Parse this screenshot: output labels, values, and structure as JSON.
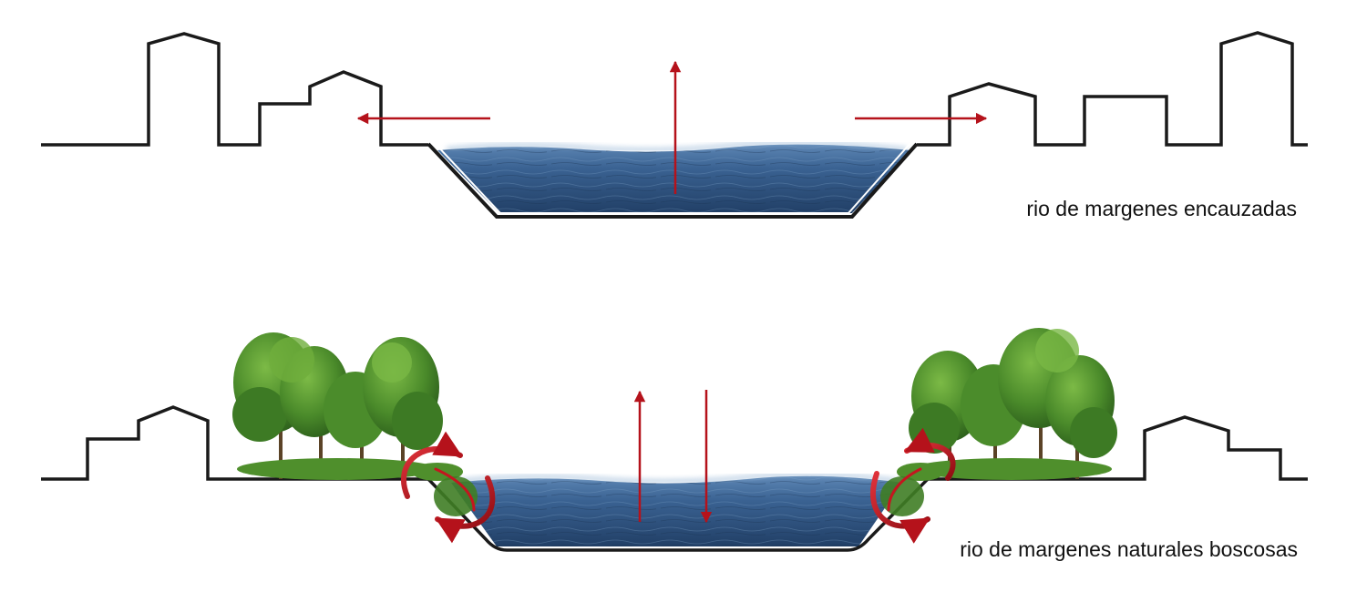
{
  "sections": [
    {
      "id": "channelized",
      "caption": "rio de margenes encauzadas"
    },
    {
      "id": "natural",
      "caption": "rio de margenes naturales boscosas"
    }
  ],
  "colors": {
    "line": "#1a1a1a",
    "arrow": "#b5121b",
    "water_dark": "#23466f",
    "water_light": "#4f7bab",
    "foliage_dark": "#2f6b1f",
    "foliage_light": "#6fae3c"
  }
}
